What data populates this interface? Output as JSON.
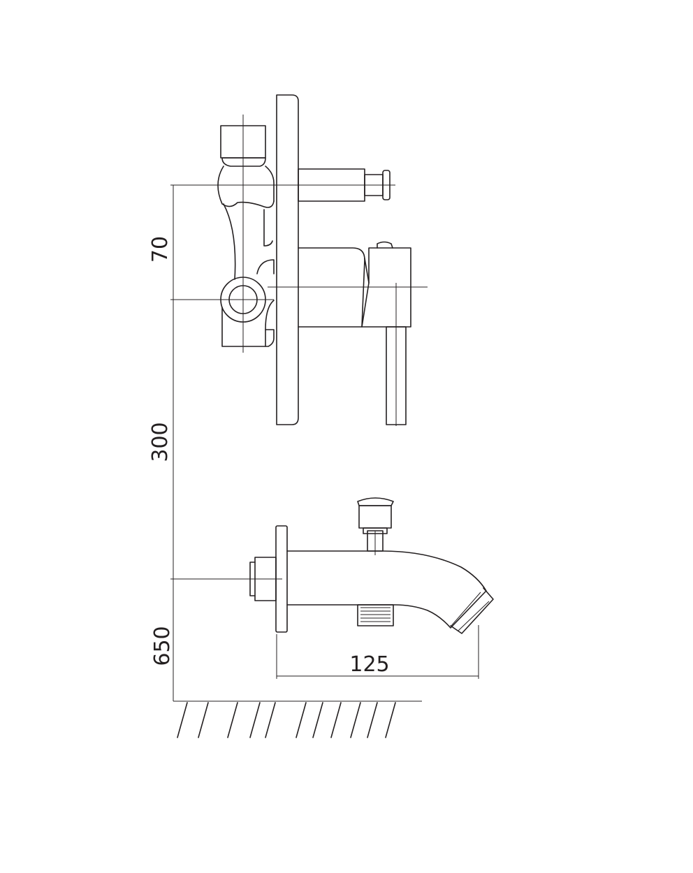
{
  "dimensions": {
    "upper_spacing": "70",
    "middle_spacing": "300",
    "spout_height": "650",
    "spout_projection": "125"
  },
  "colors": {
    "line": "#231f20",
    "background": "#ffffff"
  }
}
